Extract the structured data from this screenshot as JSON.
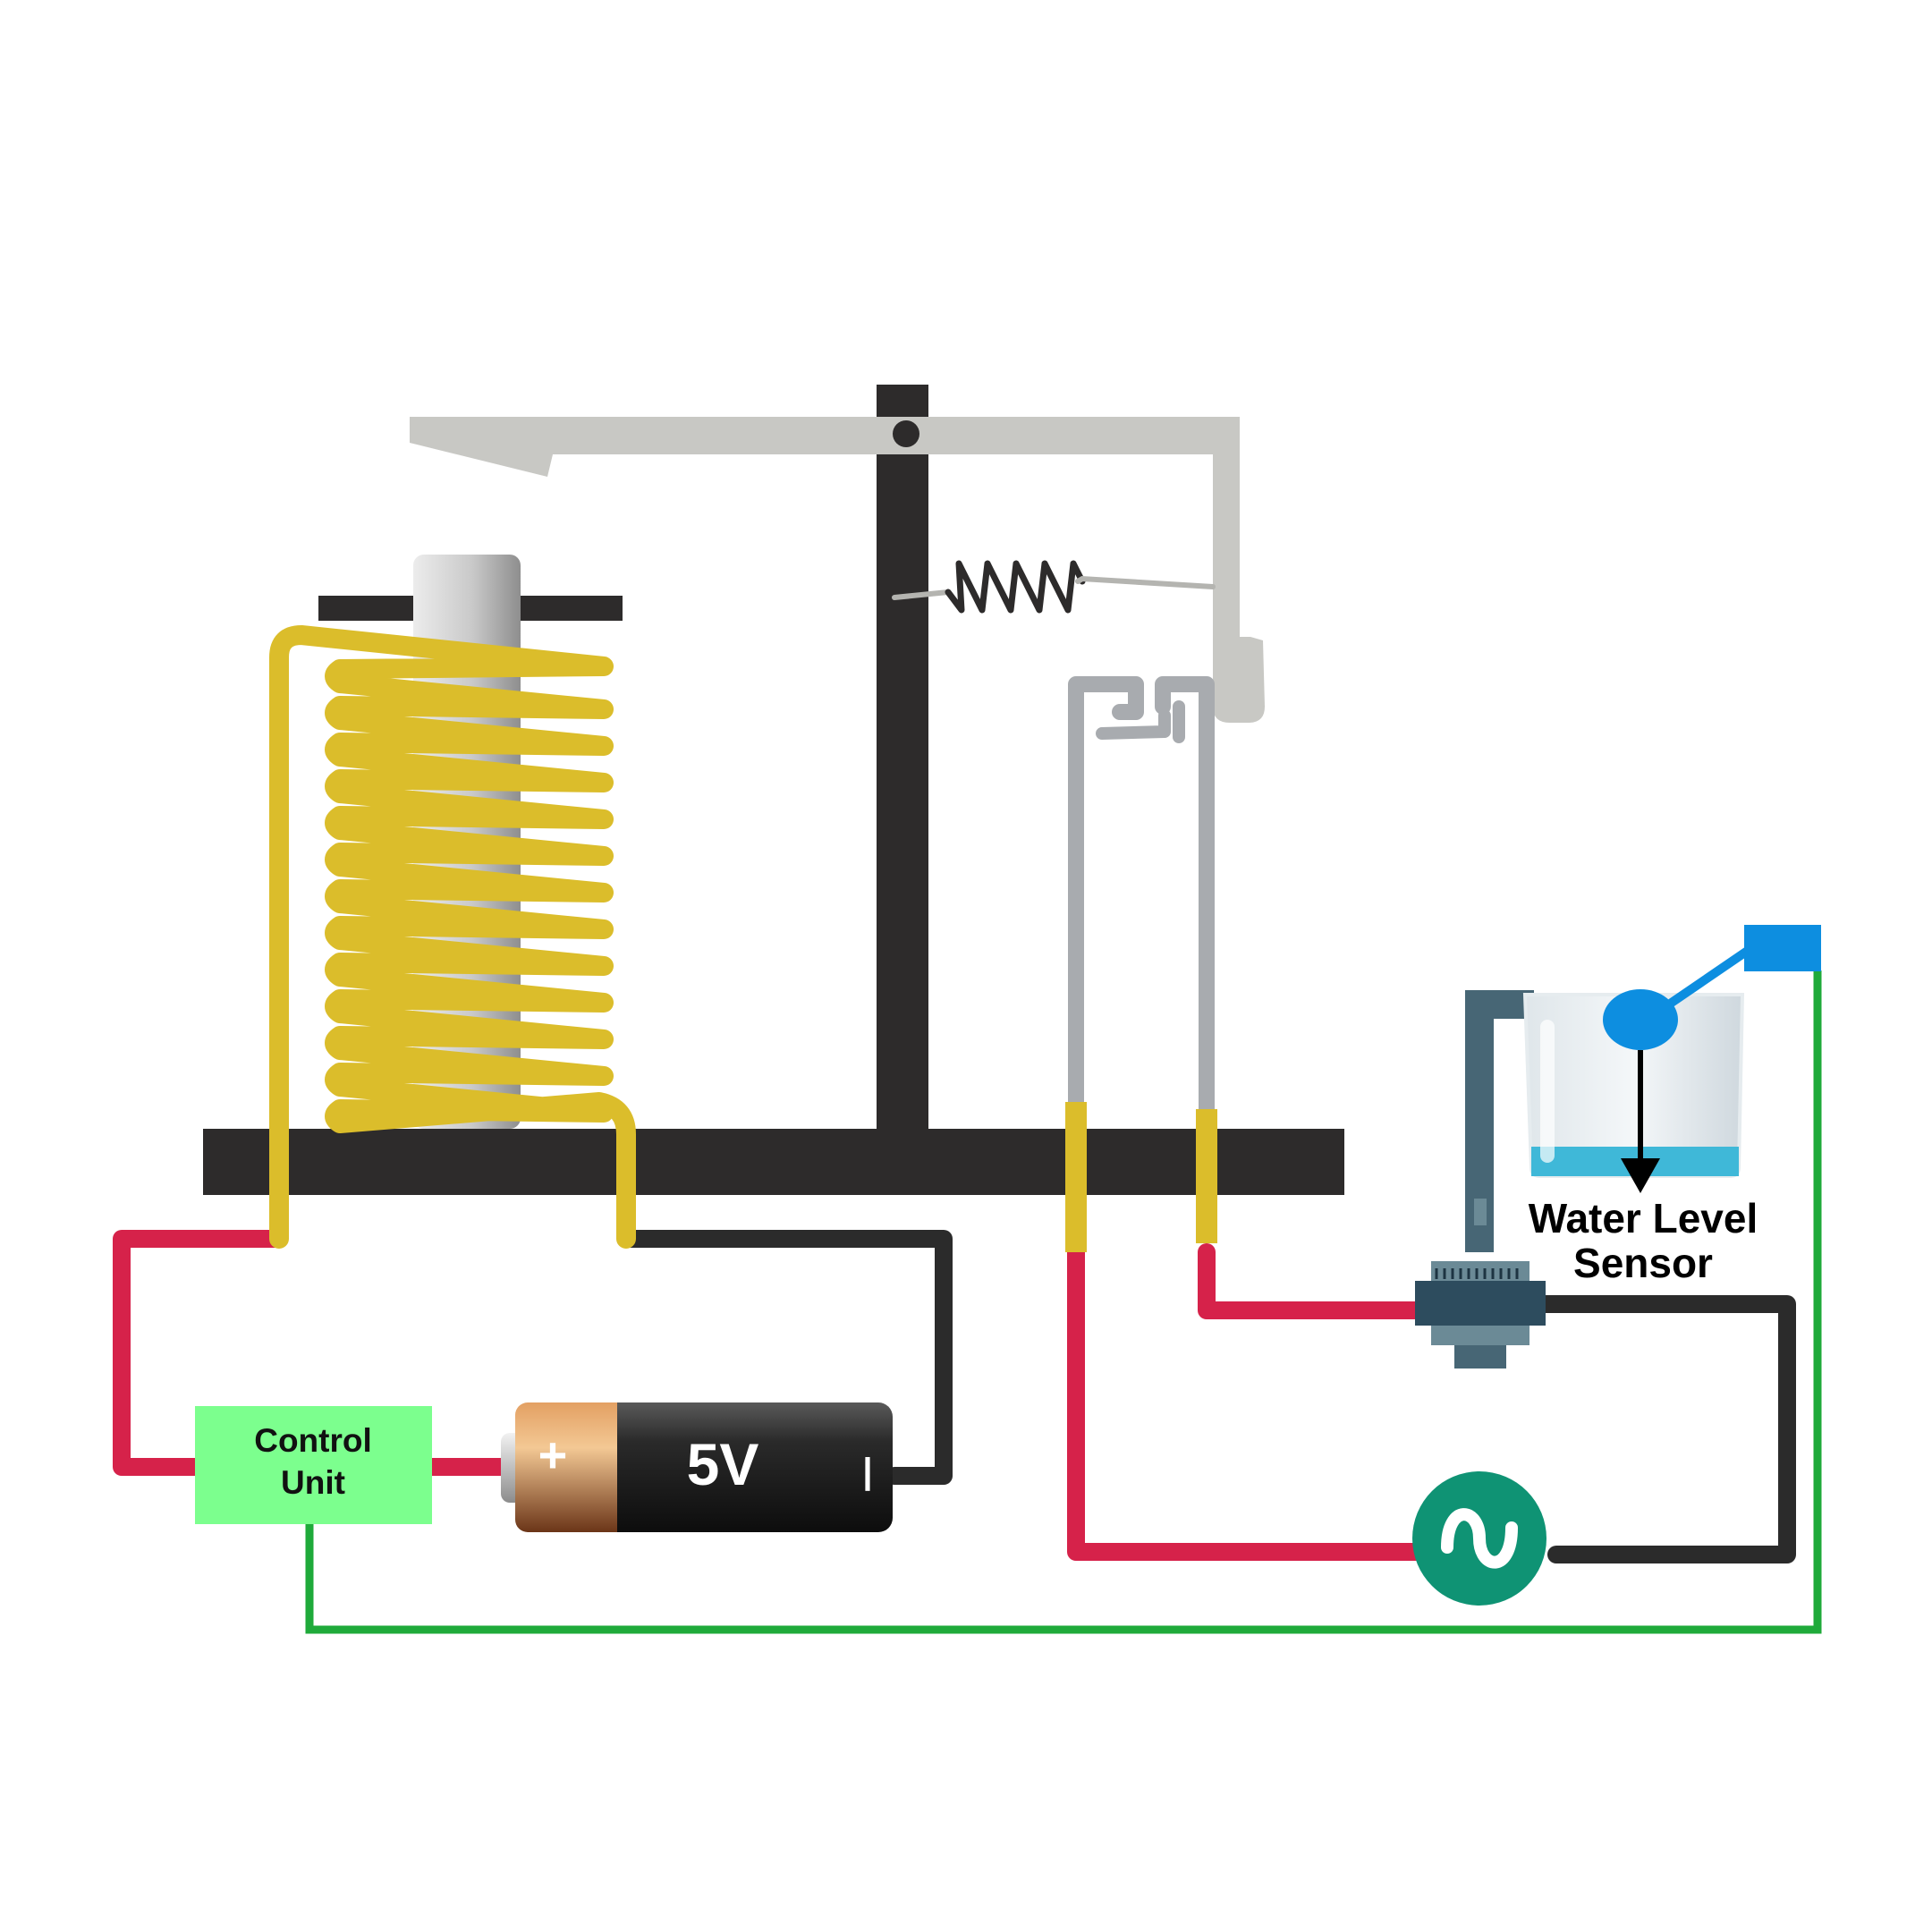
{
  "control_unit": {
    "label_line1": "Control",
    "label_line2": "Unit"
  },
  "battery": {
    "voltage_label": "5V",
    "plus_symbol": "+",
    "minus_symbol": "|"
  },
  "sensor": {
    "label_line1": "Water Level",
    "label_line2": "Sensor"
  },
  "ac_source": {
    "symbol": "~"
  },
  "colors": {
    "frame": "#2d2b2b",
    "coil": "#dbbd2b",
    "core": "#c9c9c9",
    "armature": "#c8c8c4",
    "contact": "#a8abaf",
    "wire_red": "#d6224a",
    "wire_black": "#2b2b2b",
    "wire_green": "#1faa3a",
    "control_unit": "#7cff8e",
    "ac_source": "#0f9374",
    "sensor_blue": "#0d8ee0",
    "sensor_pipe": "#476675",
    "water": "#3fb8d8"
  },
  "icons": [
    "relay-frame",
    "electromagnet-coil",
    "iron-core",
    "armature-lever",
    "return-spring",
    "contact-switch",
    "battery",
    "ac-source-icon",
    "water-beaker",
    "float-sensor-icon"
  ]
}
